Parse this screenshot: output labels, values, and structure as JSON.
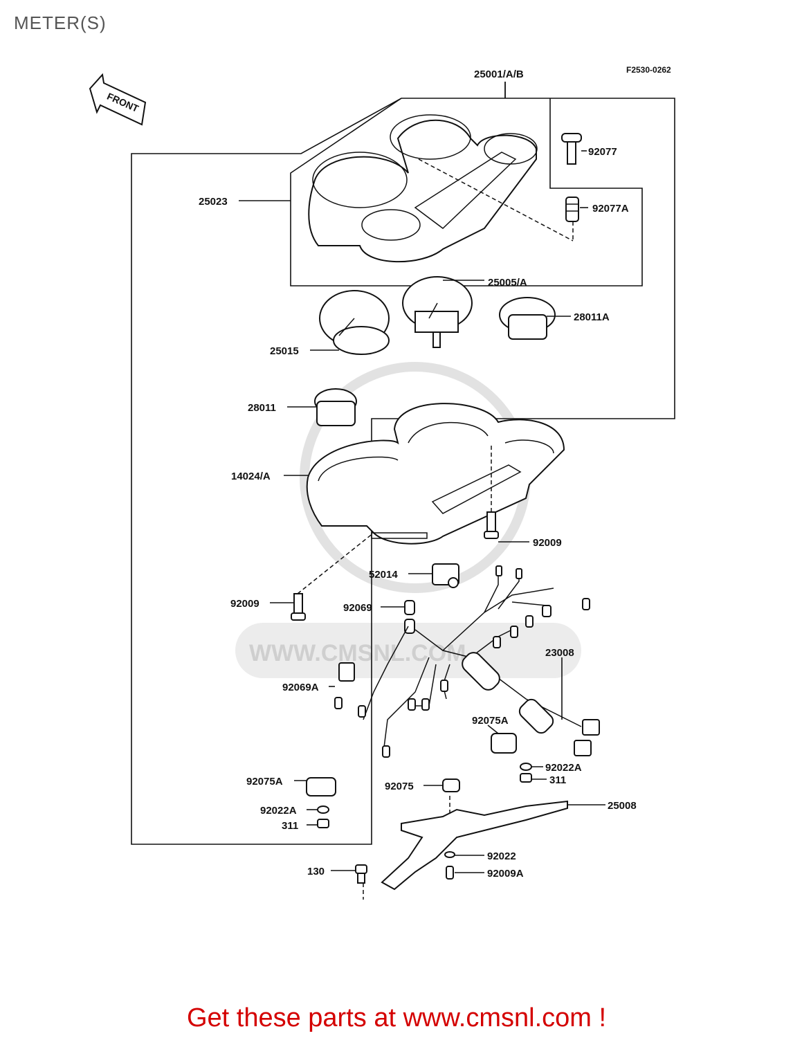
{
  "page": {
    "title": "METER(S)",
    "footer": "Get these parts at www.cmsnl.com !"
  },
  "diagram": {
    "code": "F2530-0262",
    "front_label": "FRONT",
    "watermark": "WWW.CMSNL.COM",
    "labels": {
      "p25001": "25001/A/B",
      "p92077": "92077",
      "p25023": "25023",
      "p92077A": "92077A",
      "p25005A": "25005/A",
      "p28011A": "28011A",
      "p25015": "25015",
      "p28011": "28011",
      "p14024A": "14024/A",
      "p92009a": "92009",
      "p52014": "52014",
      "p92009b": "92009",
      "p92069": "92069",
      "p23008": "23008",
      "p92069A": "92069A",
      "p92075Aa": "92075A",
      "p92022Aa": "92022A",
      "p311a": "311",
      "p92075Ab": "92075A",
      "p92075": "92075",
      "p25008": "25008",
      "p92022Ab": "92022A",
      "p311b": "311",
      "p92022": "92022",
      "p130": "130",
      "p92009A": "92009A"
    }
  }
}
